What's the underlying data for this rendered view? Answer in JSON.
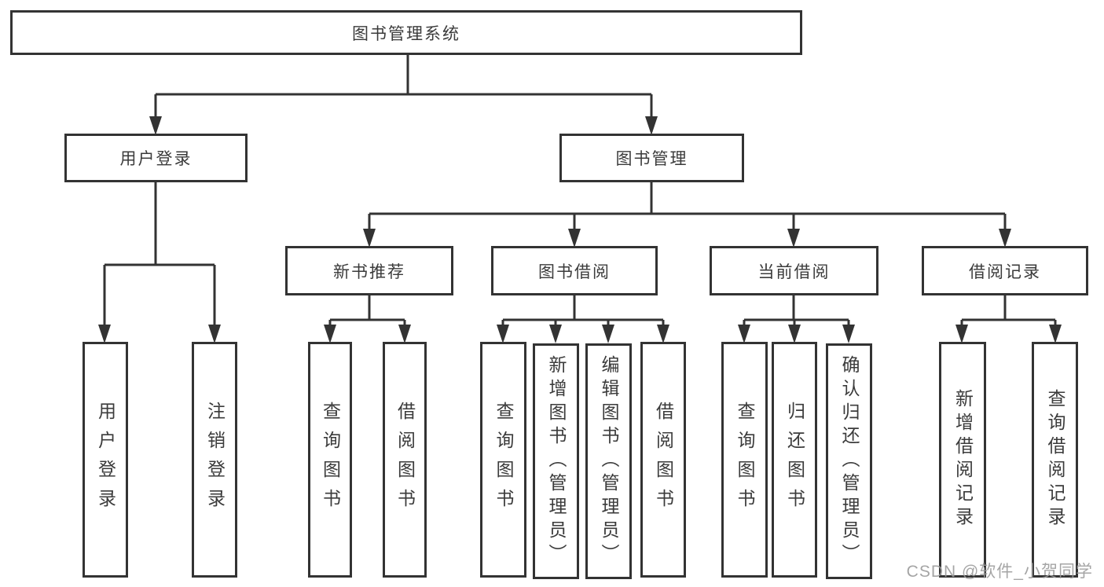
{
  "diagram": {
    "root": {
      "label": "图书管理系统"
    },
    "branches": [
      {
        "label": "用户登录",
        "children": [
          {
            "label": "用户登录"
          },
          {
            "label": "注销登录"
          }
        ]
      },
      {
        "label": "图书管理",
        "children": [
          {
            "label": "新书推荐",
            "children": [
              {
                "label": "查询图书"
              },
              {
                "label": "借阅图书"
              }
            ]
          },
          {
            "label": "图书借阅",
            "children": [
              {
                "label": "查询图书"
              },
              {
                "label": "新增图书（管理员）"
              },
              {
                "label": "编辑图书（管理员）"
              },
              {
                "label": "借阅图书"
              }
            ]
          },
          {
            "label": "当前借阅",
            "children": [
              {
                "label": "查询图书"
              },
              {
                "label": "归还图书"
              },
              {
                "label": "确认归还（管理员）"
              }
            ]
          },
          {
            "label": "借阅记录",
            "children": [
              {
                "label": "新增借阅记录"
              },
              {
                "label": "查询借阅记录"
              }
            ]
          }
        ]
      }
    ]
  },
  "watermark": {
    "text": "CSDN @软件_小贺同学",
    "color": "#9c9c9c"
  },
  "colors": {
    "line": "#333333",
    "box_border": "#333333",
    "text": "#3b3b3b",
    "background": "#ffffff"
  }
}
